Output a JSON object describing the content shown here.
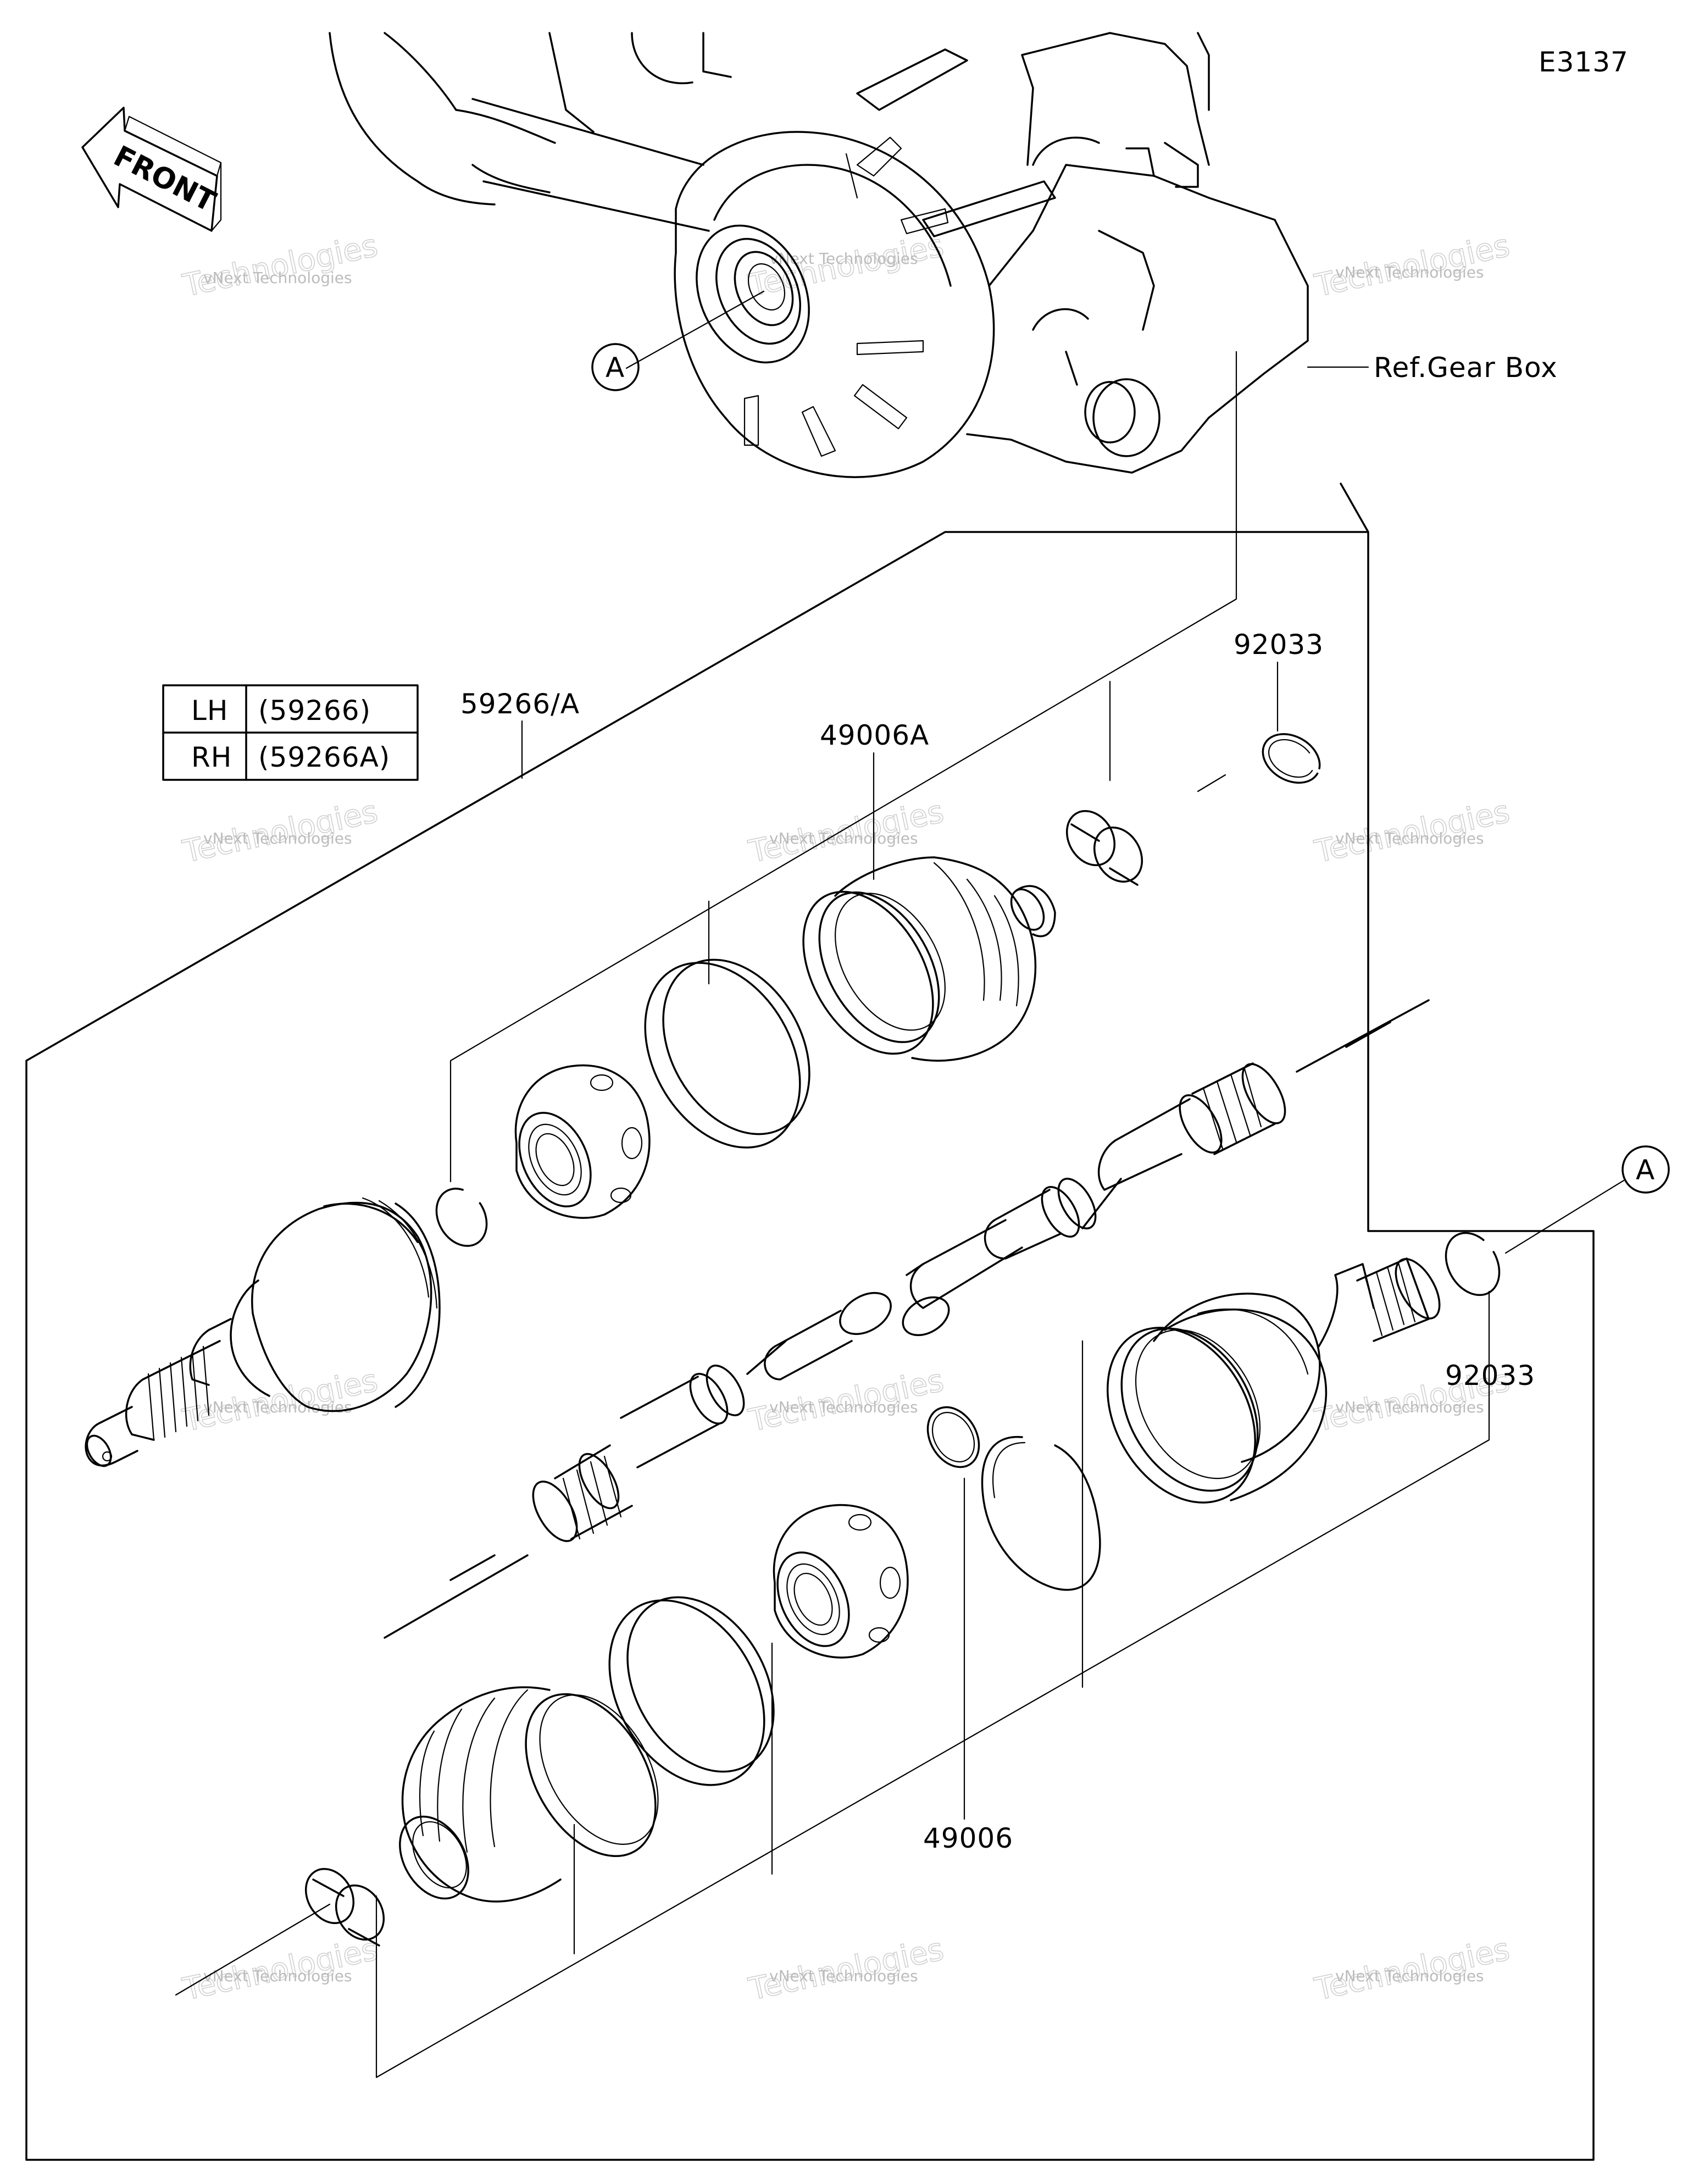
{
  "diagram_code": "E3137",
  "front_label": "FRONT",
  "ref_label": "Ref.Gear Box",
  "callout_a": "A",
  "variant_table": [
    {
      "side": "LH",
      "part": "(59266)"
    },
    {
      "side": "RH",
      "part": "(59266A)"
    }
  ],
  "parts": {
    "assembly": "59266/A",
    "joint_kit_outer": "49006A",
    "circlip_top": "92033",
    "circlip_right": "92033",
    "joint_kit_inner": "49006"
  },
  "watermark": {
    "brand": "vNext Technologies",
    "large": "Technologies"
  }
}
